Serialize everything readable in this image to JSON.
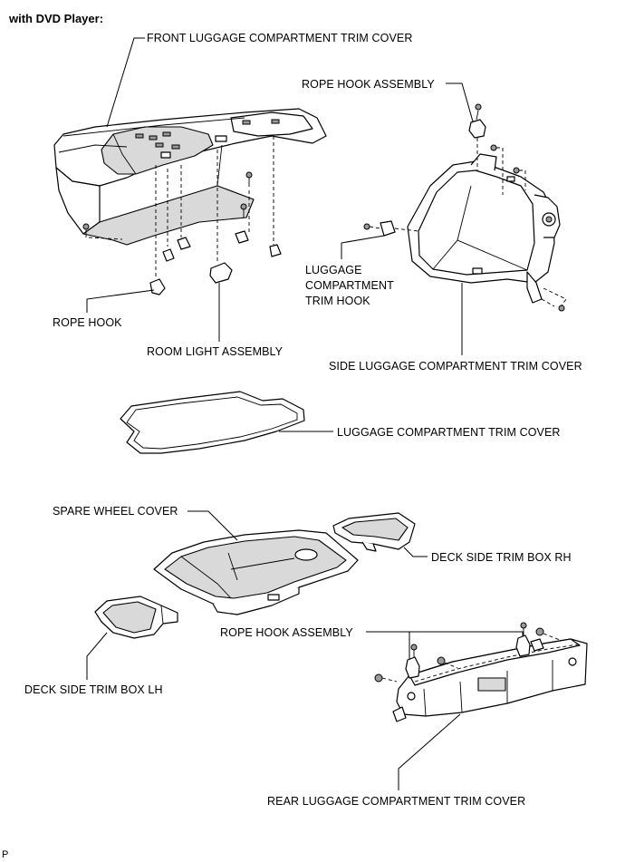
{
  "header": {
    "title": "with DVD Player:"
  },
  "labels": {
    "front_trim_cover": "FRONT LUGGAGE COMPARTMENT TRIM COVER",
    "rope_hook_assembly_top": "ROPE HOOK ASSEMBLY",
    "trim_hook_line1": "LUGGAGE",
    "trim_hook_line2": "COMPARTMENT",
    "trim_hook_line3": "TRIM HOOK",
    "rope_hook": "ROPE HOOK",
    "room_light": "ROOM LIGHT ASSEMBLY",
    "side_trim_cover": "SIDE LUGGAGE COMPARTMENT TRIM COVER",
    "luggage_trim_cover": "LUGGAGE COMPARTMENT TRIM COVER",
    "spare_wheel_cover": "SPARE WHEEL COVER",
    "deck_box_rh": "DECK SIDE TRIM BOX RH",
    "rope_hook_assembly_bottom": "ROPE HOOK ASSEMBLY",
    "deck_box_lh": "DECK SIDE TRIM BOX LH",
    "rear_trim_cover": "REAR LUGGAGE COMPARTMENT TRIM COVER"
  },
  "footer": {
    "code": "P"
  }
}
